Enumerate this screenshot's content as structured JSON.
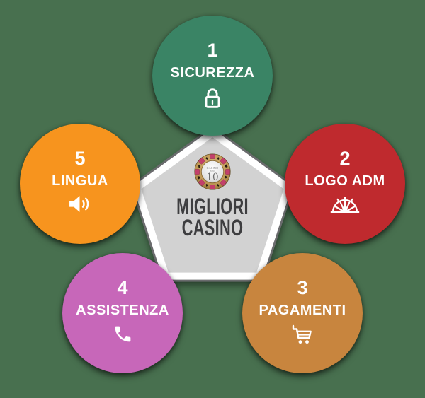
{
  "background_color": "#48704F",
  "center": {
    "title_line1": "MIGLIORI",
    "title_line2": "CASINO",
    "title_color": "#3E3E40",
    "pentagon_fill": "#D2D2D2",
    "pentagon_border_white": "#FFFFFF",
    "pentagon_border_dark": "#6A6B6D",
    "chip": {
      "name": "casino-top-10-chip",
      "text_top": "CASINO",
      "text_mid": "TOP",
      "text_number": "10",
      "gold_color": "#C39B5A",
      "pink_color": "#C2406B"
    }
  },
  "nodes": [
    {
      "number": "1",
      "label": "SICUREZZA",
      "icon": "lock-icon",
      "color": "#3A8465"
    },
    {
      "number": "2",
      "label": "LOGO ADM",
      "icon": "adm-wheel-icon",
      "color": "#BF2A2E"
    },
    {
      "number": "3",
      "label": "PAGAMENTI",
      "icon": "cart-icon",
      "color": "#C8853E"
    },
    {
      "number": "4",
      "label": "ASSISTENZA",
      "icon": "phone-icon",
      "color": "#C767B9"
    },
    {
      "number": "5",
      "label": "LINGUA",
      "icon": "speaker-icon",
      "color": "#F7941E"
    }
  ]
}
